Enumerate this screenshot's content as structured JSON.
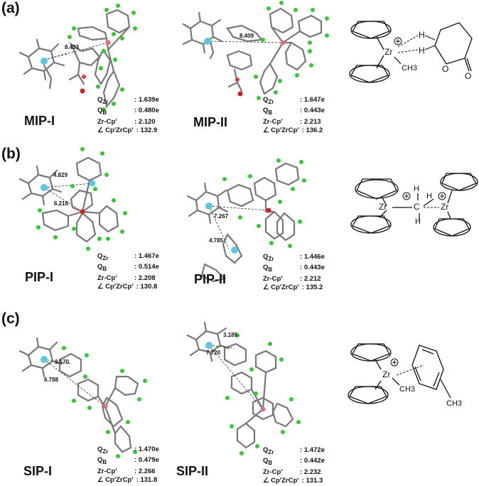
{
  "panels": [
    {
      "label": "(a)",
      "isomers": [
        {
          "name": "MIP-I",
          "distances": [
            "8.433"
          ],
          "props": {
            "q_zr": "1.639e",
            "q_b": "0.480e",
            "zr_cp": "2.120",
            "angle": "132.9"
          }
        },
        {
          "name": "MIP-II",
          "distances": [
            "8.409"
          ],
          "props": {
            "q_zr": "1.647e",
            "q_b": "0.443e",
            "zr_cp": "2.213",
            "angle": "136.2"
          }
        }
      ],
      "scheme": {
        "atoms": [
          "Zr",
          "CH3",
          "H",
          "H",
          "O",
          "O"
        ],
        "charge": "+"
      }
    },
    {
      "label": "(b)",
      "isomers": [
        {
          "name": "PIP-I",
          "distances": [
            "4.829",
            "6.216"
          ],
          "props": {
            "q_zr": "1.467e",
            "q_b": "0.514e",
            "zr_cp": "2.208",
            "angle": "130.8"
          }
        },
        {
          "name": "PIP-II",
          "distances": [
            "7.267",
            "4.785"
          ],
          "props": {
            "q_zr": "1.446e",
            "q_b": "0.443e",
            "zr_cp": "2.212",
            "angle": "135.2"
          }
        }
      ],
      "scheme": {
        "atoms": [
          "Zr",
          "C",
          "H",
          "H",
          "H",
          "Zr"
        ],
        "charge": "+"
      }
    },
    {
      "label": "(c)",
      "isomers": [
        {
          "name": "SIP-I",
          "distances": [
            "3.170",
            "6.788"
          ],
          "props": {
            "q_zr": "1.470e",
            "q_b": "0.479e",
            "zr_cp": "2.266",
            "angle": "131.8"
          }
        },
        {
          "name": "SIP-II",
          "distances": [
            "3.185",
            "7.720"
          ],
          "props": {
            "q_zr": "1.472e",
            "q_b": "0.442e",
            "zr_cp": "2.232",
            "angle": "131.3"
          }
        }
      ],
      "scheme": {
        "atoms": [
          "Zr",
          "CH3",
          "CH3"
        ],
        "charge": "+"
      }
    }
  ],
  "prop_labels": {
    "q_zr": "Q",
    "q_zr_sub": "Zr",
    "q_b": "Q",
    "q_b_sub": "B",
    "zr_cp": "Zr-Cp′",
    "angle": "∠ Cp′ZrCp′"
  },
  "colors": {
    "zr": "#5bc8e0",
    "b": "#e0707a",
    "f": "#34c834",
    "c": "#8a8a8a",
    "o": "#d02020",
    "h": "#f4f4f4"
  }
}
